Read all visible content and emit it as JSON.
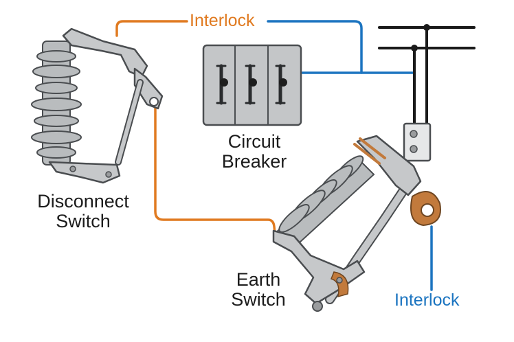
{
  "labels": {
    "disconnect_switch": [
      "Disconnect",
      "Switch"
    ],
    "circuit_breaker": [
      "Circuit",
      "Breaker"
    ],
    "earth_switch": [
      "Earth",
      "Switch"
    ],
    "interlock_top": "Interlock",
    "interlock_right": "Interlock"
  },
  "colors": {
    "interlock_orange": "#e07a20",
    "interlock_blue": "#1b74c0",
    "busbar": "#1a1a1a",
    "equipment_gray": "#b9bcbe",
    "outline": "#4a4d50",
    "copper": "#c27a3c",
    "background": "#ffffff"
  },
  "icons": {
    "disconnect_switch": "disconnect-switch-icon",
    "circuit_breaker": "circuit-breaker-icon",
    "earth_switch": "earth-switch-icon",
    "busbar": "busbar-lines"
  }
}
